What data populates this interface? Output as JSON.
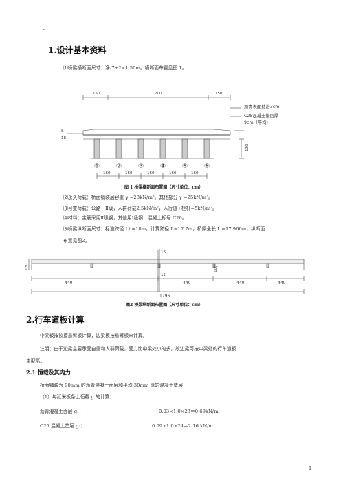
{
  "header_mark": "-",
  "section1": {
    "title": "1.设计基本资料",
    "p1": "⑴桥梁横断面尺寸：净-7+2×1.50m。横断面布置见图 1。",
    "fig1_caption": "图 1 桥梁横断面布置图（尺寸单位：cm）",
    "fig1_labels": {
      "dim_left": "150",
      "dim_mid": "700",
      "dim_right": "150",
      "layer1": "沥青表面处治3cm",
      "layer2": "C25混凝土垫层厚",
      "layer3": "9cm（平均）",
      "left_a": "8",
      "left_b": "18",
      "height": "130",
      "beams": [
        "①",
        "②",
        "③",
        "④",
        "⑤",
        "⑥"
      ],
      "spacing": [
        "160",
        "160",
        "160",
        "160",
        "160"
      ]
    },
    "p2": "⑵永久荷载：桥面铺装层容重 γ =23kN/m³。其他部分 γ =25kN/m³。",
    "p3": "⑶可变荷载：公路－Ⅱ级，人群荷载2.5kN/m²，人行道+栏杆=5kN/m²。",
    "p4": "⑷材料：主筋采用Ⅱ级钢，其他用Ⅰ级钢，混凝土标号 C20。",
    "p5a": "⑸桥梁纵断面尺寸：标准跨径 Lb=18m，计算跨径 L=17.7m，桥梁全长 L′=17.960m，纵断面",
    "p5b": "布置见图2。",
    "fig2_caption": "图2 桥梁纵断面布置图（尺寸单位：cm）",
    "fig2_labels": {
      "top": "16",
      "h_left": "130",
      "rib": "15",
      "h_mid": "100",
      "spans": [
        "440",
        "440",
        "440",
        "440"
      ],
      "total": "1796"
    }
  },
  "section2": {
    "title": "2.行车道板计算",
    "p1": "中梁板按铰接悬臂板计算，边梁板按悬臂板来计算。",
    "p2a": "注明：由于边梁主要承受自重和人群荷载，受力比中梁处小的多，故边梁可按中梁处的行车道板",
    "p2b": "来配筋。",
    "sub1": "2.1 恒载及其内力",
    "p3": "桥面铺装为 90mm 的沥青混凝土面层和平均 30mm 厚的混凝土垫层",
    "p4": "（1）每延米板条上恒载 g 的计算：",
    "row1_label": "沥青混凝土面层 g₁：",
    "row1_value": "0.03×1.0×23＝0.69kN/m",
    "row2_label": "C25 混凝土垫层 g₂：",
    "row2_value": "0.09×1.0×24＝2.16 kN/m"
  },
  "page_number": "1"
}
